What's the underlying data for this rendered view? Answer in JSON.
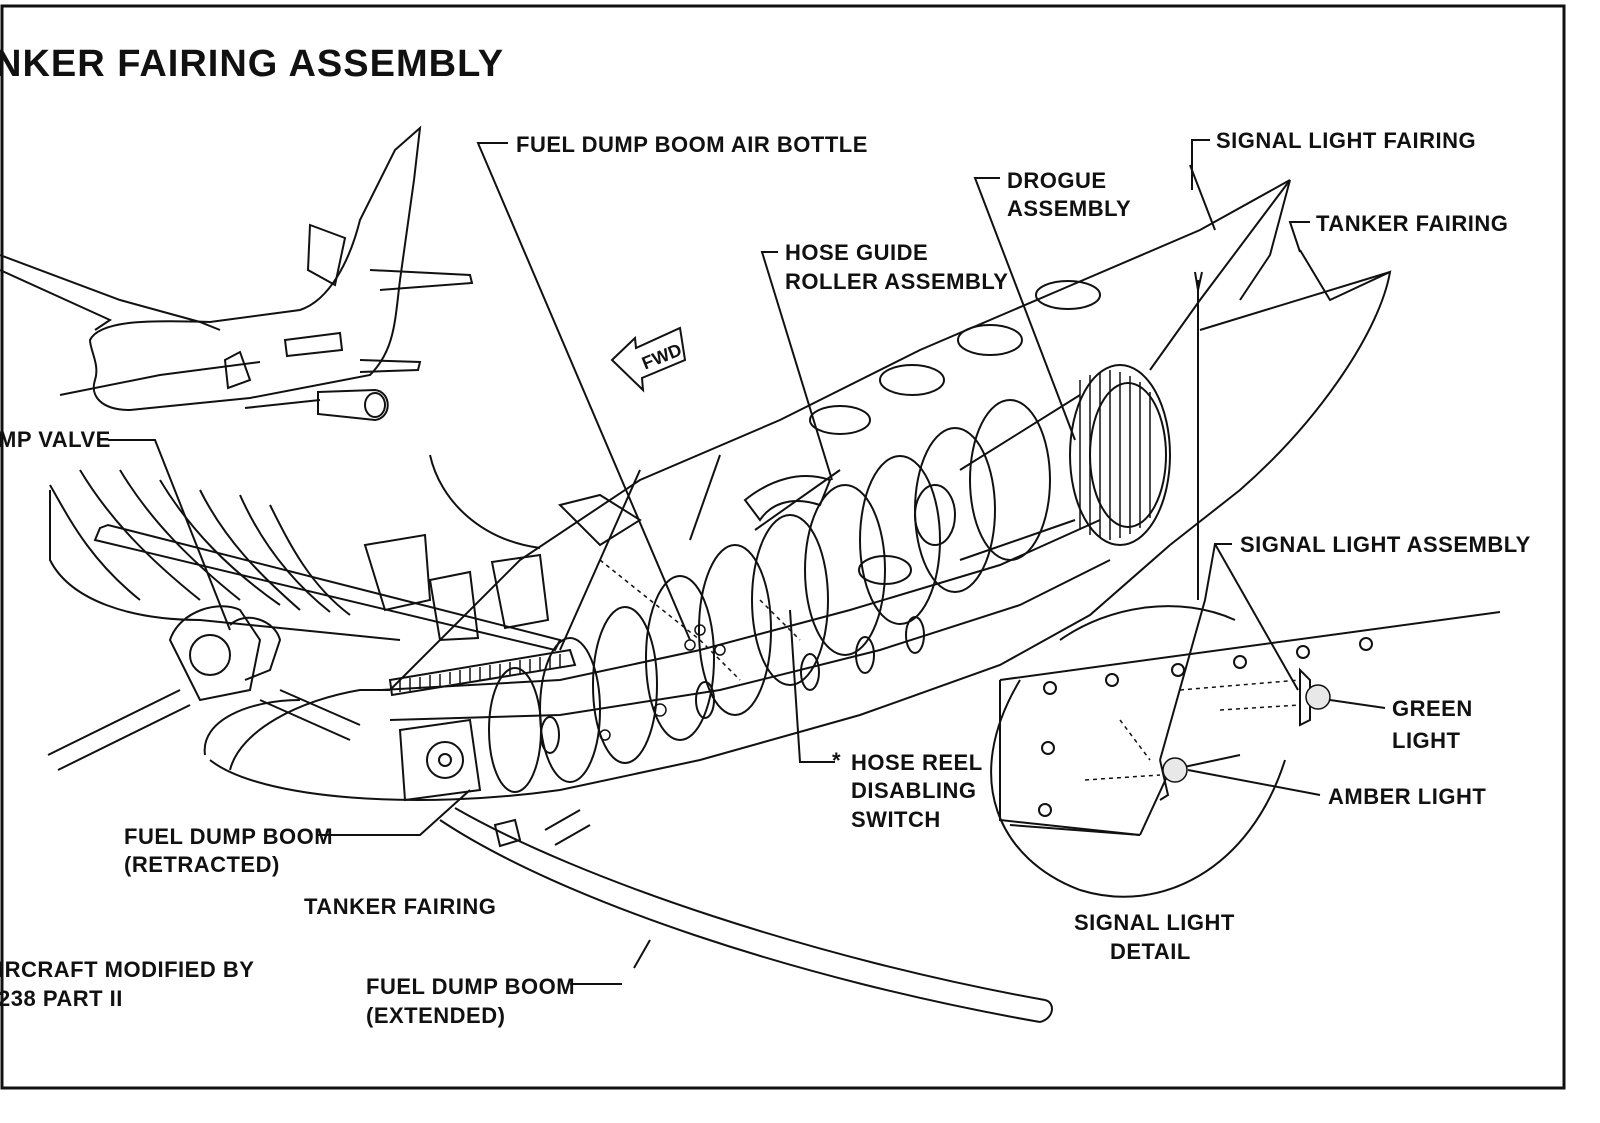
{
  "title": "NKER FAIRING ASSEMBLY",
  "fwd_arrow": "FWD",
  "labels": {
    "fuel_dump_boom_air_bottle": "FUEL DUMP BOOM AIR BOTTLE",
    "signal_light_fairing": "SIGNAL LIGHT FAIRING",
    "drogue_1": "DROGUE",
    "drogue_2": "ASSEMBLY",
    "tanker_fairing_top": "TANKER FAIRING",
    "hose_guide_1": "HOSE GUIDE",
    "hose_guide_2": "ROLLER ASSEMBLY",
    "dump_valve": "MP VALVE",
    "signal_light_assembly": "SIGNAL LIGHT ASSEMBLY",
    "green_1": "GREEN",
    "green_2": "LIGHT",
    "amber_light": "AMBER LIGHT",
    "hose_reel_1": "HOSE REEL",
    "hose_reel_2": "DISABLING",
    "hose_reel_3": "SWITCH",
    "hose_reel_mark": "*",
    "boom_retracted_1": "FUEL DUMP BOOM",
    "boom_retracted_2": "(RETRACTED)",
    "tanker_fairing_bottom": "TANKER FAIRING",
    "signal_detail_1": "SIGNAL LIGHT",
    "signal_detail_2": "DETAIL",
    "aircraft_mod_1": "IRCRAFT MODIFIED BY",
    "aircraft_mod_2": "238 PART II",
    "boom_extended_1": "FUEL DUMP BOOM",
    "boom_extended_2": "(EXTENDED)"
  }
}
